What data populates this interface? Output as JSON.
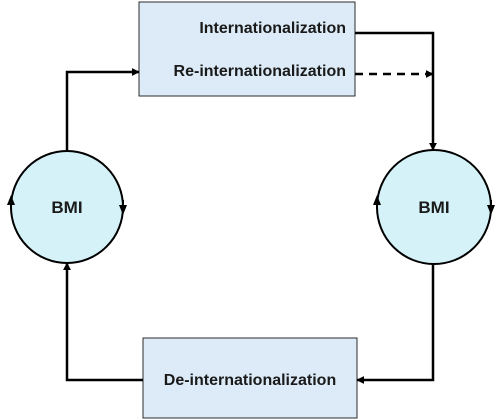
{
  "diagram": {
    "top_box": {
      "line1": "Internationalization",
      "line2": "Re-internationalization"
    },
    "bottom_box": {
      "label": "De-internationalization"
    },
    "left_circle": {
      "label": "BMI"
    },
    "right_circle": {
      "label": "BMI"
    },
    "colors": {
      "box_fill": "#DCEBF7",
      "circle_fill": "#D4F2F8",
      "stroke": "#000000"
    }
  }
}
